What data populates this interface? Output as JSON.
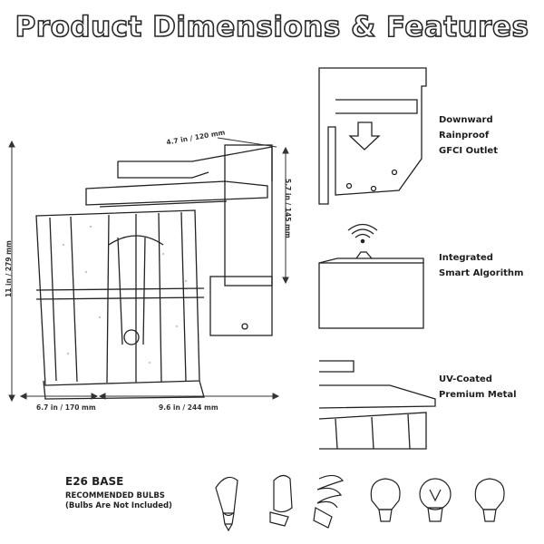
{
  "title": "Product Dimensions & Features",
  "dimensions": {
    "top_depth": "4.7 in / 120 mm",
    "side_height": "5.7 in / 145 mm",
    "total_height": "11 in / 279 mm",
    "width": "6.7 in / 170 mm",
    "depth": "9.6 in / 244 mm"
  },
  "features": [
    {
      "lines": [
        "Downward",
        "Rainproof",
        "GFCI Outlet"
      ],
      "icon": "outlet-box-icon"
    },
    {
      "lines": [
        "Integrated",
        "Smart Algorithm"
      ],
      "icon": "wifi-sensor-icon"
    },
    {
      "lines": [
        "UV-Coated",
        "Premium Metal"
      ],
      "icon": "metal-frame-icon"
    }
  ],
  "bulbs": {
    "title": "E26 BASE",
    "line1": "RECOMMENDED BULBS",
    "line2": "(Bulbs Are Not Included)",
    "icons": [
      "edison-bulb-icon",
      "flame-bulb-icon",
      "spiral-cfl-icon",
      "a19-bulb-icon",
      "filament-globe-icon",
      "a19-bulb-icon"
    ]
  }
}
